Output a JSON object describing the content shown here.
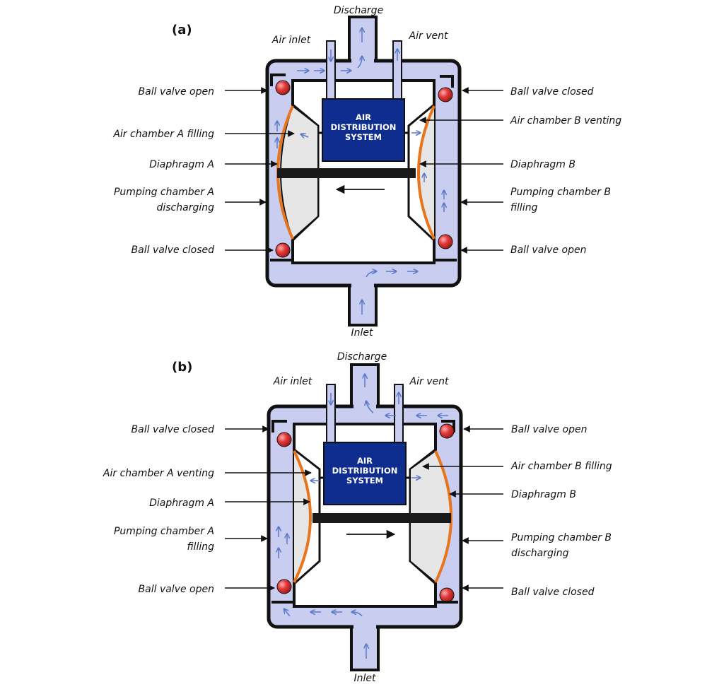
{
  "colors": {
    "body_fill": "#c9cdf0",
    "body_stroke": "#111111",
    "air_fill": "#e6e6e6",
    "diaphragm": "#e8741c",
    "ads_fill": "#0e2d8e",
    "ball": "#e23b3b",
    "flow_arrow": "#5a78c8",
    "leader": "#111111"
  },
  "diagram_a": {
    "panel_label": "(a)",
    "discharge": "Discharge",
    "air_inlet": "Air inlet",
    "air_vent": "Air vent",
    "inlet": "Inlet",
    "ads_line1": "AIR",
    "ads_line2": "DISTRIBUTION",
    "ads_line3": "SYSTEM",
    "left": {
      "ball_top": "Ball valve open",
      "air_chamber": "Air chamber A filling",
      "diaphragm": "Diaphragm A",
      "pumping_line1": "Pumping chamber A",
      "pumping_line2": "discharging",
      "ball_bottom": "Ball valve closed"
    },
    "right": {
      "ball_top": "Ball valve closed",
      "air_chamber": "Air chamber B venting",
      "diaphragm": "Diaphragm B",
      "pumping_line1": "Pumping chamber B",
      "pumping_line2": "filling",
      "ball_bottom": "Ball valve open"
    }
  },
  "diagram_b": {
    "panel_label": "(b)",
    "discharge": "Discharge",
    "air_inlet": "Air inlet",
    "air_vent": "Air vent",
    "inlet": "Inlet",
    "ads_line1": "AIR",
    "ads_line2": "DISTRIBUTION",
    "ads_line3": "SYSTEM",
    "left": {
      "ball_top": "Ball valve closed",
      "air_chamber": "Air chamber A venting",
      "diaphragm": "Diaphragm A",
      "pumping_line1": "Pumping chamber A",
      "pumping_line2": "filling",
      "ball_bottom": "Ball valve open"
    },
    "right": {
      "ball_top": "Ball valve open",
      "air_chamber": "Air chamber B filling",
      "diaphragm": "Diaphragm B",
      "pumping_line1": "Pumping chamber B",
      "pumping_line2": "discharging",
      "ball_bottom": "Ball valve closed"
    }
  }
}
